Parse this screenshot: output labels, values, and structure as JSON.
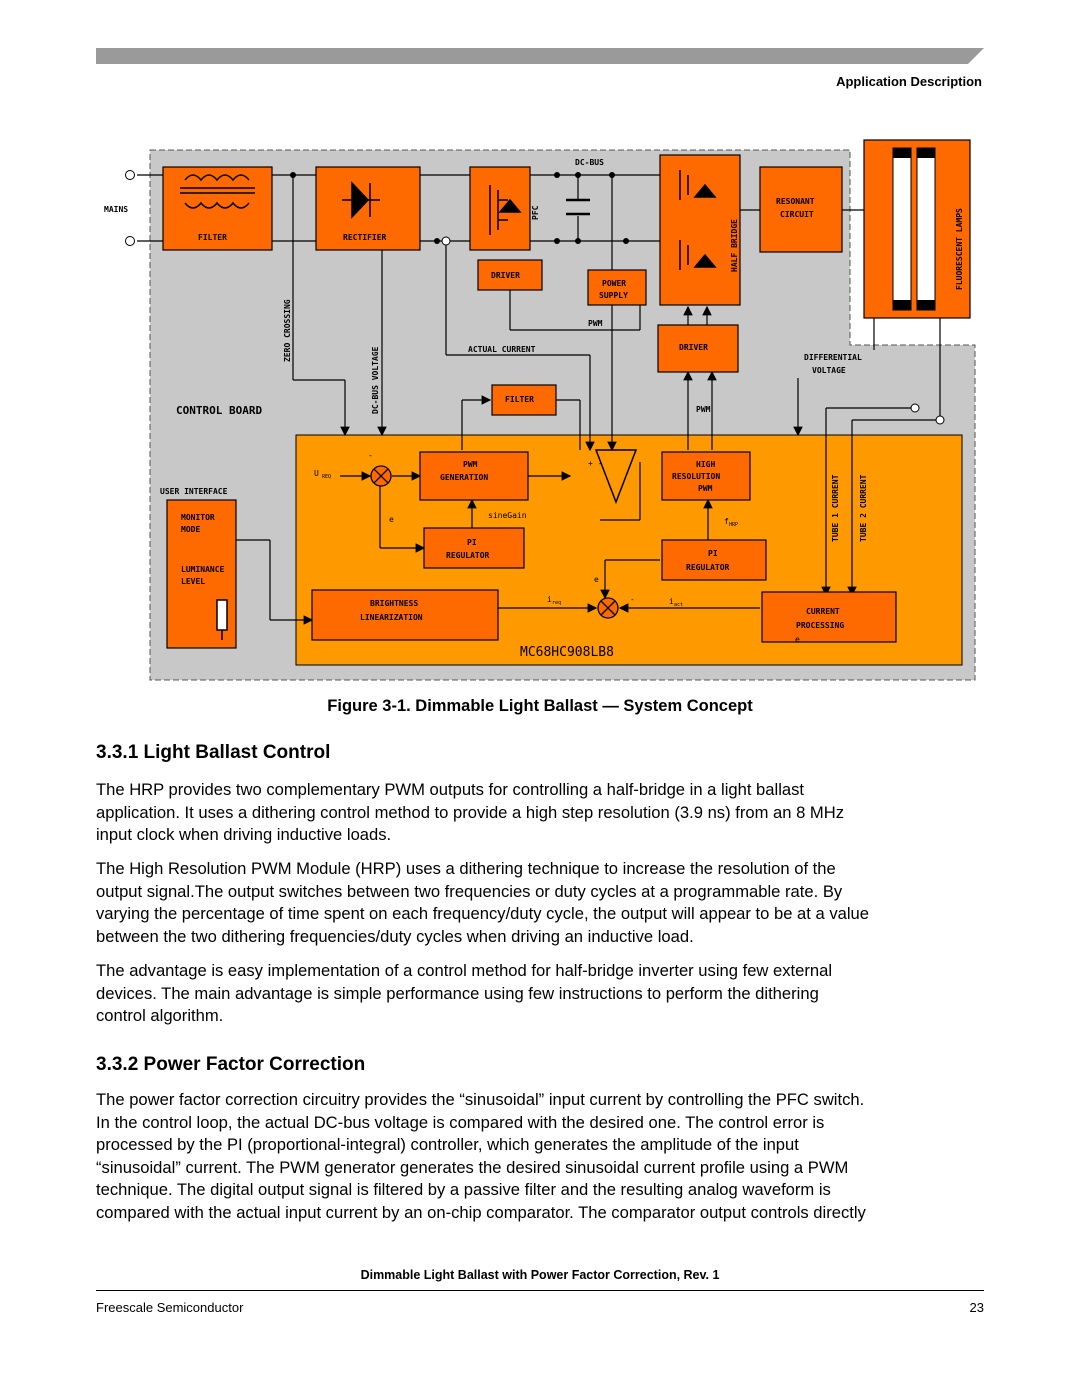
{
  "header": {
    "section": "Application Description"
  },
  "diagram": {
    "labels": {
      "mains": "MAINS",
      "filter": "FILTER",
      "rectifier": "RECTIFIER",
      "dc_bus": "DC-BUS",
      "pfc": "PFC",
      "driver_pfc": "DRIVER",
      "power_supply_1": "POWER",
      "power_supply_2": "SUPPLY",
      "half_bridge": "HALF BRIDGE",
      "resonant_1": "RESONANT",
      "resonant_2": "CIRCUIT",
      "lamps": "FLUORESCENT LAMPS",
      "zero_crossing": "ZERO CROSSING",
      "dc_bus_voltage": "DC-BUS VOLTAGE",
      "actual_current": "ACTUAL CURRENT",
      "pwm_top": "PWM",
      "driver_hb": "DRIVER",
      "differential_1": "DIFFERENTIAL",
      "differential_2": "VOLTAGE",
      "filter_ctrl": "FILTER",
      "pwm_mid": "PWM",
      "control_board": "CONTROL BOARD",
      "user_interface": "USER INTERFACE",
      "monitor_1": "MONITOR",
      "monitor_2": "MODE",
      "lum_1": "LUMINANCE",
      "lum_2": "LEVEL",
      "u_req": "U",
      "u_req_sub": "REQ",
      "minus1": "-",
      "pwm_gen_1": "PWM",
      "pwm_gen_2": "GENERATION",
      "e1": "e",
      "sine_gain": "sineGain",
      "pi1_1": "PI",
      "pi1_2": "REGULATOR",
      "comp_pm": "+  -",
      "hr_1": "HIGH",
      "hr_2": "RESOLUTION",
      "hr_3": "PWM",
      "f_hrp": "f",
      "f_hrp_sub": "HRP",
      "pi2_1": "PI",
      "pi2_2": "REGULATOR",
      "e2": "e",
      "bright_1": "BRIGHTNESS",
      "bright_2": "LINEARIZATION",
      "i_req": "i",
      "i_req_sub": "req",
      "minus2": "-",
      "i_act": "i",
      "i_act_sub": "act",
      "cur_1": "CURRENT",
      "cur_2": "PROCESSING",
      "e3": "e",
      "tube1": "TUBE 1 CURRENT",
      "tube2": "TUBE 2 CURRENT",
      "mcu": "MC68HC908LB8"
    },
    "colors": {
      "block": "#ff6a00",
      "mcu": "#ff9900",
      "board": "#c8c8c8"
    }
  },
  "caption": "Figure 3-1. Dimmable Light Ballast — System Concept",
  "section1": {
    "heading": "3.3.1  Light Ballast Control",
    "paragraphs": [
      [
        "The HRP provides two complementary PWM outputs for controlling a half-bridge in a light ballast",
        "application. It uses a dithering control method to provide a high step resolution (3.9 ns) from an 8 MHz",
        "input clock when driving inductive loads."
      ],
      [
        "The High Resolution PWM Module (HRP) uses a dithering technique to increase the resolution of the",
        "output signal.The output switches between two frequencies or duty cycles at a programmable rate. By",
        "varying the percentage of time spent on each frequency/duty cycle, the output will appear to be at a value",
        "between the two dithering frequencies/duty cycles when driving an inductive load."
      ],
      [
        "The advantage is easy implementation of a control method for half-bridge inverter using few external",
        "devices. The main advantage is simple performance using few instructions to perform the dithering",
        "control algorithm."
      ]
    ]
  },
  "section2": {
    "heading": "3.3.2  Power Factor Correction",
    "paragraphs": [
      [
        "The power factor correction circuitry provides the “sinusoidal” input current by controlling the PFC switch.",
        "In the control loop, the actual DC-bus voltage is compared with the desired one. The control error is",
        "processed by the PI (proportional-integral) controller, which generates the amplitude of the input",
        "“sinusoidal” current. The PWM generator generates the desired sinusoidal current profile using a PWM",
        "technique. The digital output signal is filtered by a passive filter and the resulting analog waveform is",
        "compared with the actual input current by an on-chip comparator. The comparator output controls directly"
      ]
    ]
  },
  "footer": {
    "title": "Dimmable Light Ballast with Power Factor Correction, Rev. 1",
    "company": "Freescale Semiconductor",
    "page": "23"
  }
}
